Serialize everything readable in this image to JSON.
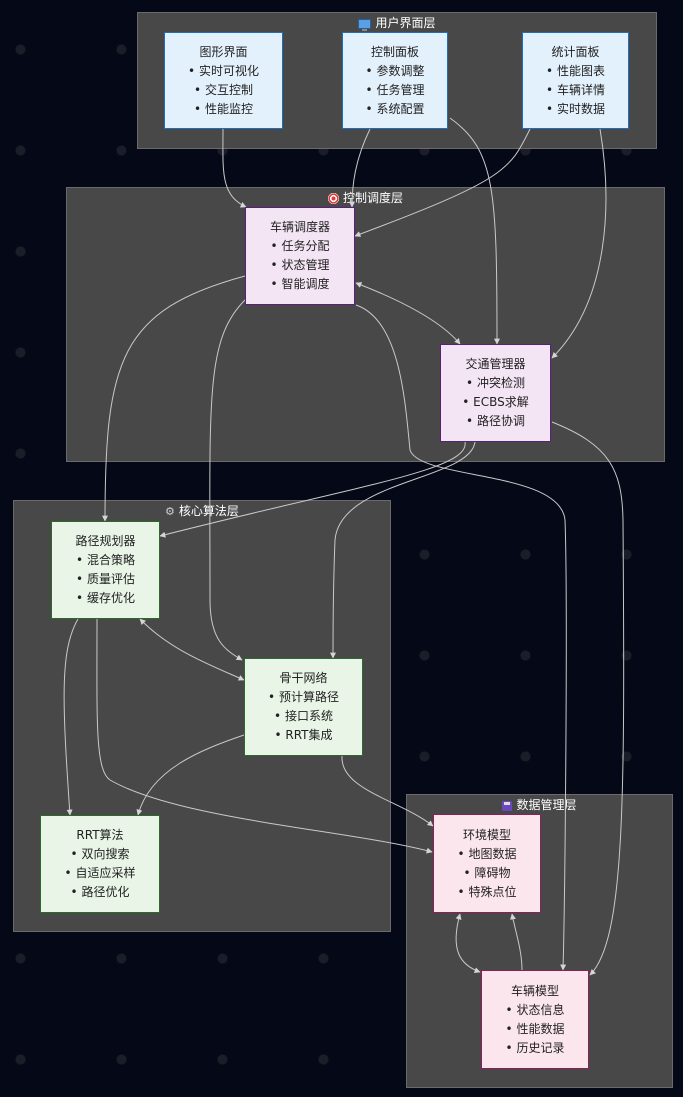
{
  "layers": {
    "ui": {
      "title": "用户界面层",
      "icon": "monitor-icon"
    },
    "control": {
      "title": "控制调度层",
      "icon": "target-icon"
    },
    "algorithm": {
      "title": "核心算法层",
      "icon": "gear-icon"
    },
    "data": {
      "title": "数据管理层",
      "icon": "floppy-disk-icon"
    }
  },
  "nodes": {
    "gui": {
      "title": "图形界面",
      "items": [
        "实时可视化",
        "交互控制",
        "性能监控"
      ]
    },
    "control_panel": {
      "title": "控制面板",
      "items": [
        "参数调整",
        "任务管理",
        "系统配置"
      ]
    },
    "stats_panel": {
      "title": "统计面板",
      "items": [
        "性能图表",
        "车辆详情",
        "实时数据"
      ]
    },
    "vehicle_scheduler": {
      "title": "车辆调度器",
      "items": [
        "任务分配",
        "状态管理",
        "智能调度"
      ]
    },
    "traffic_manager": {
      "title": "交通管理器",
      "items": [
        "冲突检测",
        "ECBS求解",
        "路径协调"
      ]
    },
    "path_planner": {
      "title": "路径规划器",
      "items": [
        "混合策略",
        "质量评估",
        "缓存优化"
      ]
    },
    "backbone_network": {
      "title": "骨干网络",
      "items": [
        "预计算路径",
        "接口系统",
        "RRT集成"
      ]
    },
    "rrt": {
      "title": "RRT算法",
      "items": [
        "双向搜索",
        "自适应采样",
        "路径优化"
      ]
    },
    "env_model": {
      "title": "环境模型",
      "items": [
        "地图数据",
        "障碍物",
        "特殊点位"
      ]
    },
    "vehicle_model": {
      "title": "车辆模型",
      "items": [
        "状态信息",
        "性能数据",
        "历史记录"
      ]
    }
  }
}
